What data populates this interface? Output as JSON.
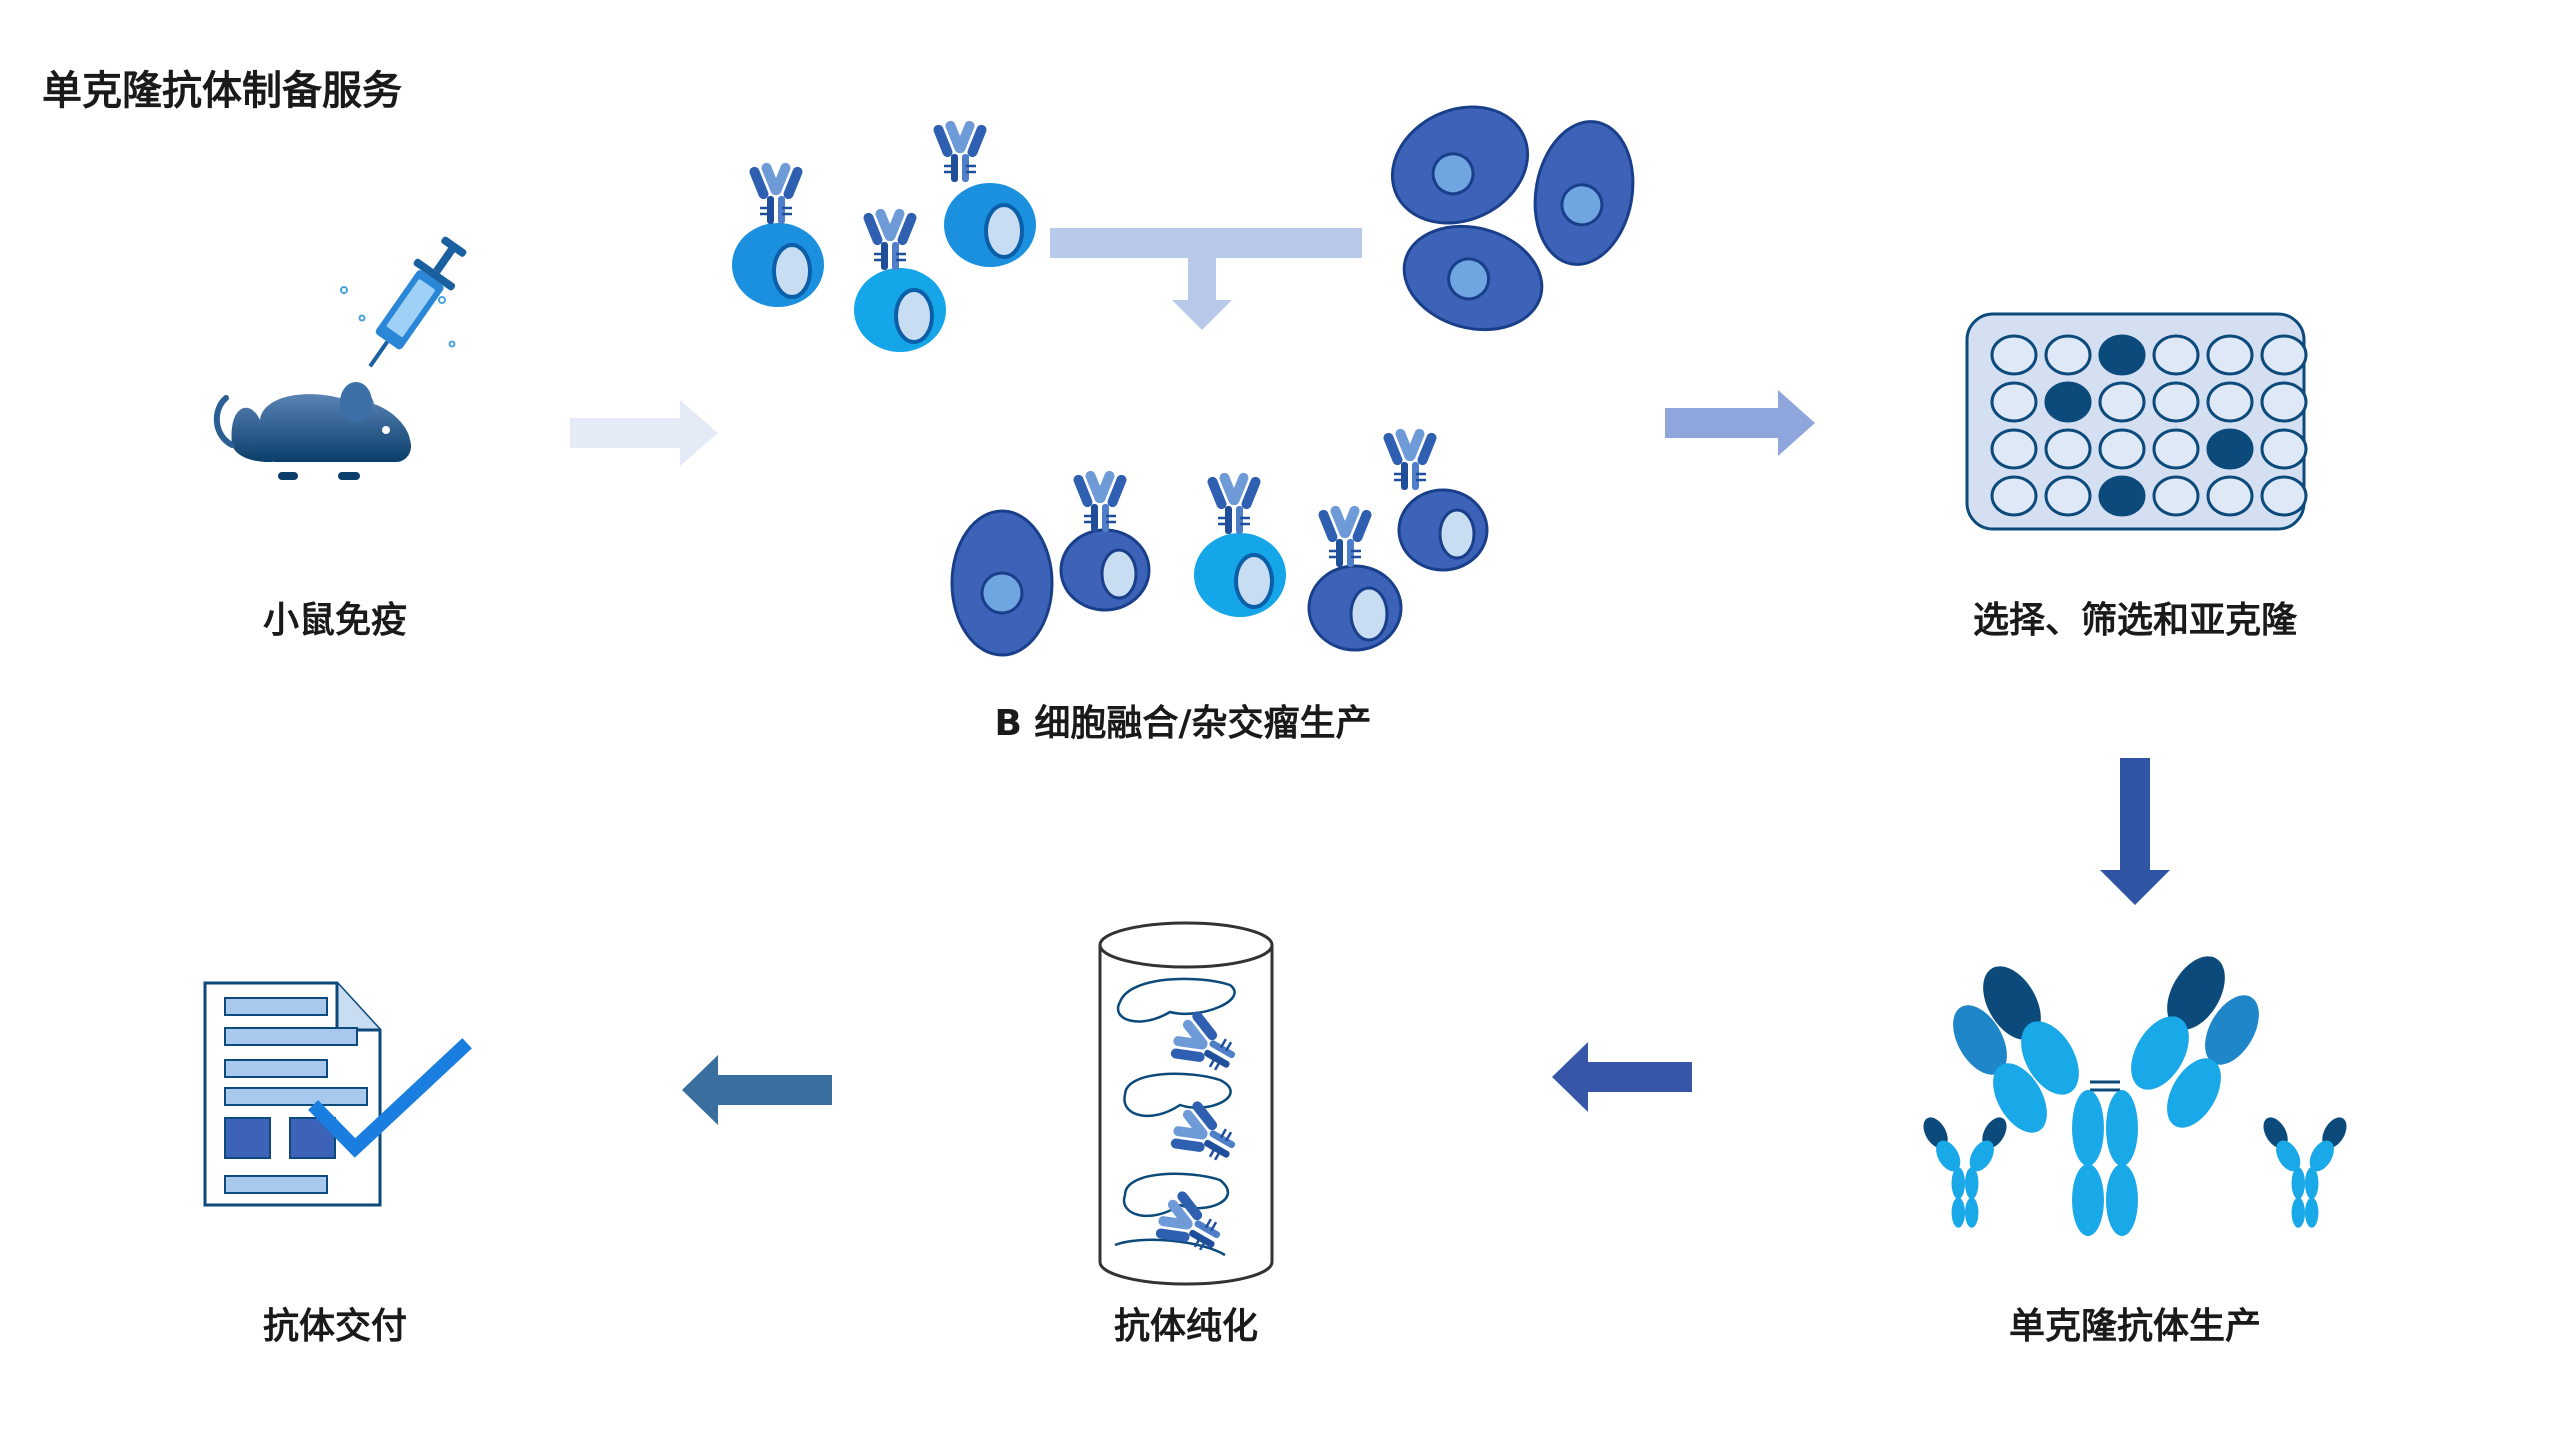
{
  "title": "单克隆抗体制备服务",
  "steps": [
    {
      "label": "小鼠免疫",
      "icon": "mouse-syringe-icon"
    },
    {
      "label": "B 细胞融合/杂交瘤生产",
      "icon": "cell-fusion-icon"
    },
    {
      "label": "选择、筛选和亚克隆",
      "icon": "well-plate-icon"
    },
    {
      "label": "单克隆抗体生产",
      "icon": "antibody-icon"
    },
    {
      "label": "抗体纯化",
      "icon": "purification-column-icon"
    },
    {
      "label": "抗体交付",
      "icon": "document-check-icon"
    }
  ],
  "colors": {
    "dark_navy": "#0b4a7a",
    "royal_blue": "#3d63b8",
    "sky_blue": "#19a8e8",
    "pale_cell": "#c9ddf2",
    "arrow_1": "#e4ebf7",
    "arrow_2": "#b9c9ea",
    "arrow_3": "#8fa6dd",
    "arrow_4": "#2f55a4",
    "arrow_5": "#3657a8",
    "arrow_6": "#3a6e9e"
  }
}
